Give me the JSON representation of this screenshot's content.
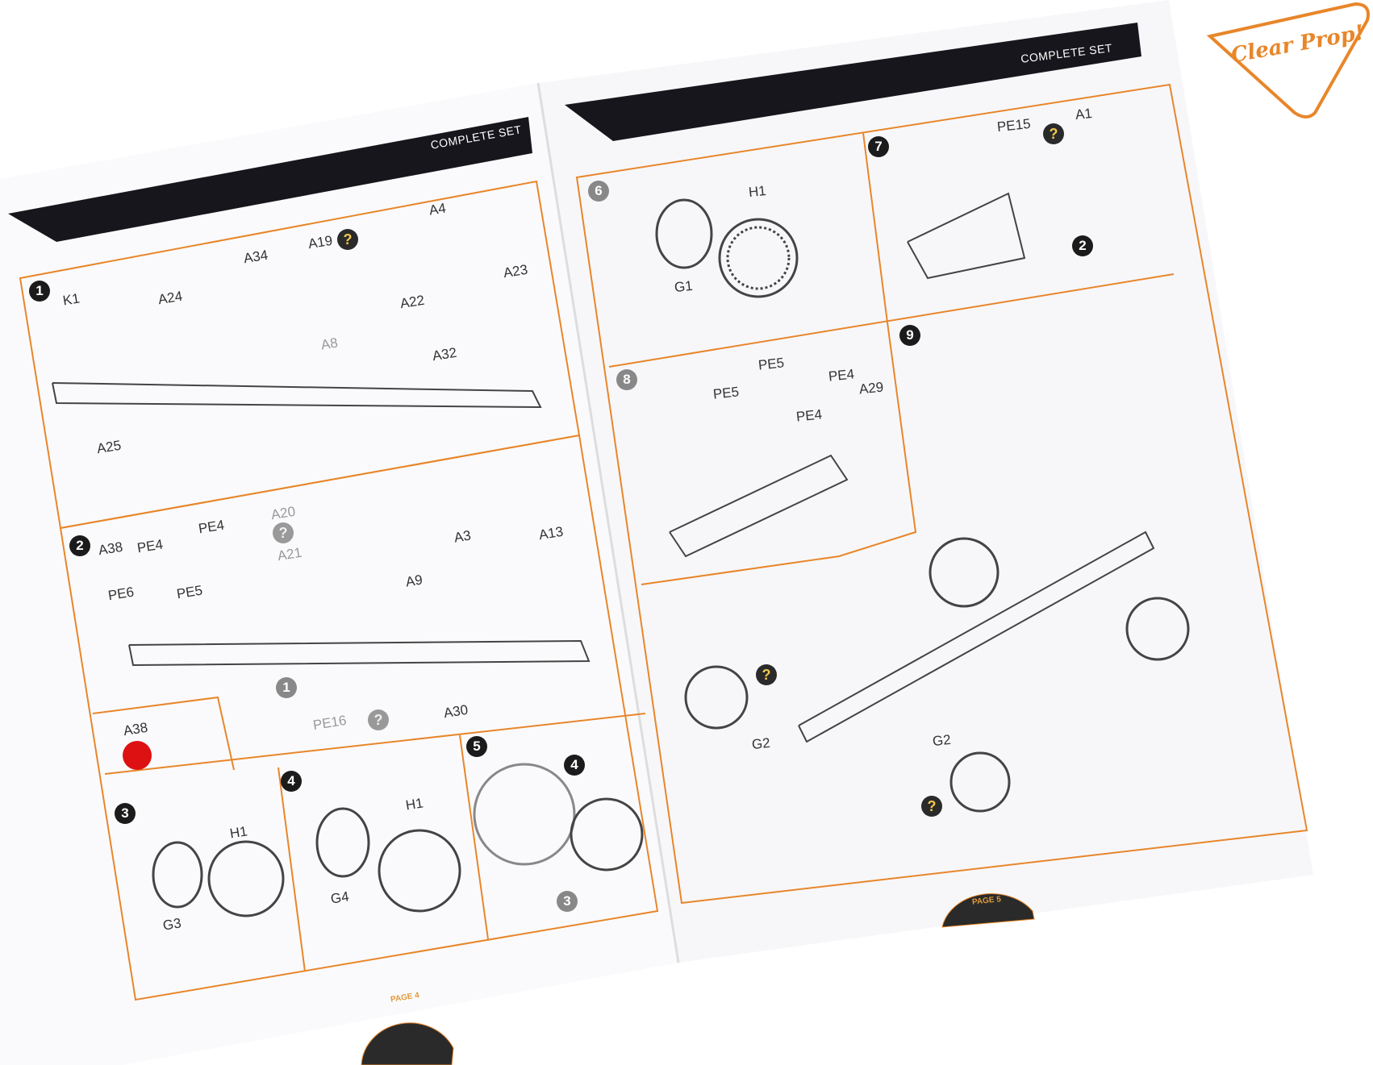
{
  "brand": {
    "logo_text": "Clear Prop!",
    "accent": "#e8862a",
    "header_color": "#16161c"
  },
  "left_page": {
    "header": "COMPLETE SET",
    "page_label": "PAGE 4",
    "steps": {
      "s1": {
        "number": "1",
        "labels": [
          "K1",
          "A24",
          "A34",
          "A19",
          "A4",
          "A23",
          "A22",
          "A8",
          "A32",
          "A25"
        ]
      },
      "s2": {
        "number": "2",
        "labels": [
          "A38",
          "PE4",
          "PE4",
          "A20",
          "A21",
          "A3",
          "A13",
          "A9",
          "PE6",
          "PE5",
          "PE16",
          "A30"
        ],
        "ref": "1"
      },
      "inset": {
        "labels": [
          "A38"
        ]
      },
      "s3": {
        "number": "3",
        "labels": [
          "H1",
          "G3"
        ]
      },
      "s4": {
        "number": "4",
        "labels": [
          "H1",
          "G4"
        ]
      },
      "s5": {
        "number": "5",
        "refs": [
          "4",
          "3"
        ]
      }
    }
  },
  "right_page": {
    "header": "COMPLETE SET",
    "page_label": "PAGE 5",
    "steps": {
      "s6": {
        "number": "6",
        "labels": [
          "H1",
          "G1"
        ]
      },
      "s7": {
        "number": "7",
        "labels": [
          "PE15",
          "A1"
        ],
        "ref": "2"
      },
      "s8": {
        "number": "8",
        "labels": [
          "PE5",
          "PE4",
          "PE5",
          "PE4",
          "A29"
        ]
      },
      "s9": {
        "number": "9",
        "labels": [
          "G2",
          "G2"
        ]
      }
    }
  },
  "question_mark": "?"
}
